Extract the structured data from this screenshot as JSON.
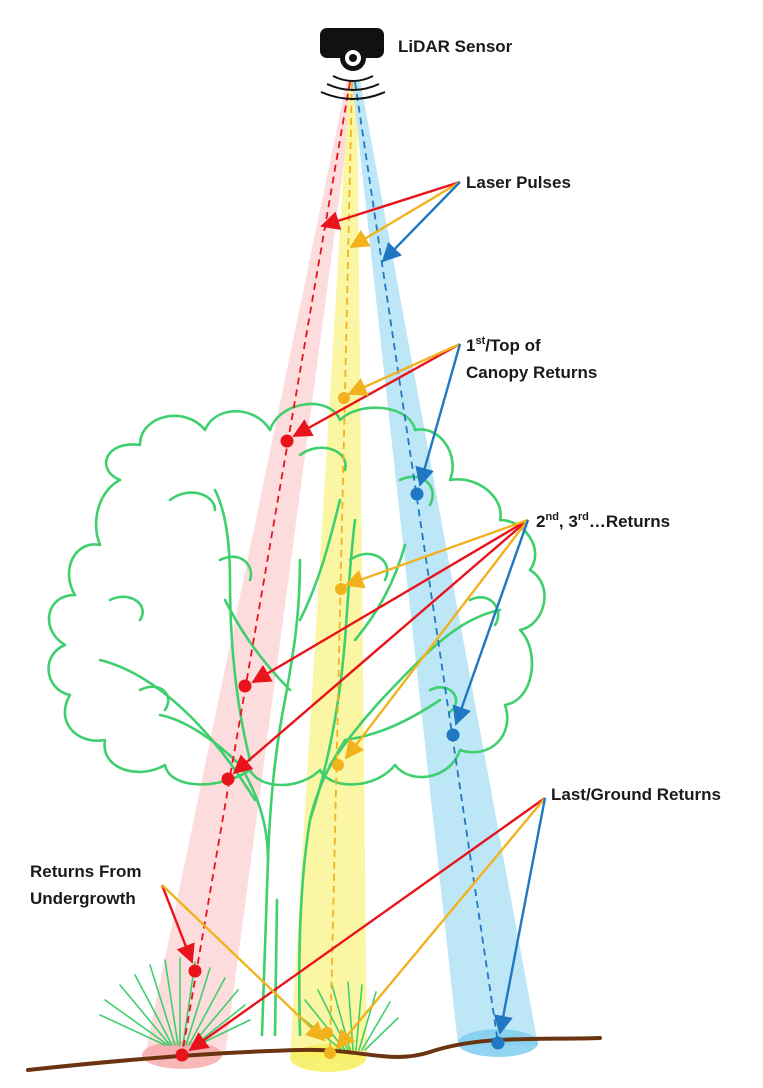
{
  "labels": {
    "sensor": "LiDAR Sensor",
    "pulses": "Laser Pulses",
    "first_line1_num": "1",
    "first_line1_sup": "st",
    "first_line1_rest": "/Top of",
    "first_line2": "Canopy Returns",
    "second_num": "2",
    "second_sup": "nd",
    "second_sep": ", 3",
    "second_sup2": "rd",
    "second_rest": "…Returns",
    "last": "Last/Ground Returns",
    "under_line1": "Returns From",
    "under_line2": "Undergrowth"
  },
  "icons": [
    "lidar-sensor-icon",
    "signal-waves-icon",
    "tree-outline-icon",
    "grass-tuft-icon"
  ],
  "colors": {
    "red": "#e8131b",
    "yellow": "#f2b21e",
    "blue": "#1f78c1",
    "tree": "#3fcf6d",
    "ground": "#6b3410",
    "beam_red": "#fbd6d6",
    "beam_yellow": "#fbf59a",
    "beam_blue": "#b6e3f6"
  }
}
